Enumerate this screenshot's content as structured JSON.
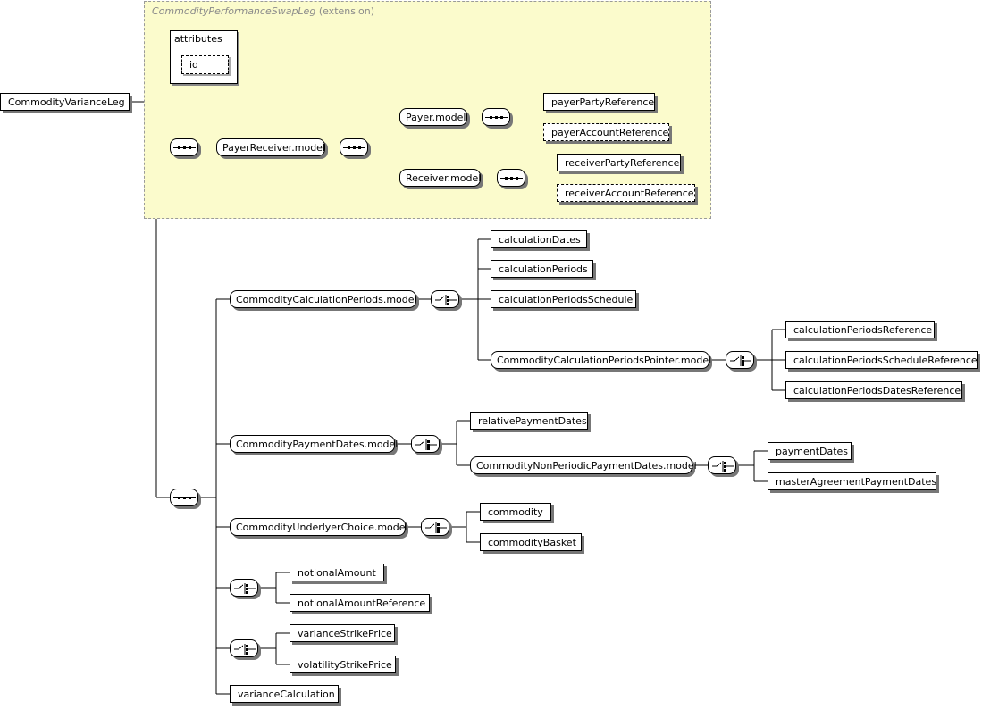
{
  "root": {
    "label": "CommodityVarianceLeg"
  },
  "extension": {
    "type_name": "CommodityPerformanceSwapLeg",
    "suffix": "(extension)"
  },
  "attributes": {
    "title": "attributes",
    "id": "id"
  },
  "payer_receiver": {
    "group": "PayerReceiver.model",
    "payer_model": "Payer.model",
    "payer_party": "payerPartyReference",
    "payer_account": "payerAccountReference",
    "receiver_model": "Receiver.model",
    "receiver_party": "receiverPartyReference",
    "receiver_account": "receiverAccountReference"
  },
  "calc_periods": {
    "group": "CommodityCalculationPeriods.model",
    "calculation_dates": "calculationDates",
    "calculation_periods": "calculationPeriods",
    "calculation_periods_schedule": "calculationPeriodsSchedule",
    "pointer_group": "CommodityCalculationPeriodsPointer.model",
    "periods_reference": "calculationPeriodsReference",
    "schedule_reference": "calculationPeriodsScheduleReference",
    "dates_reference": "calculationPeriodsDatesReference"
  },
  "payment_dates": {
    "group": "CommodityPaymentDates.model",
    "relative": "relativePaymentDates",
    "non_periodic_group": "CommodityNonPeriodicPaymentDates.model",
    "payment_dates": "paymentDates",
    "master_agreement": "masterAgreementPaymentDates"
  },
  "underlyer": {
    "group": "CommodityUnderlyerChoice.model",
    "commodity": "commodity",
    "commodity_basket": "commodityBasket"
  },
  "notional": {
    "amount": "notionalAmount",
    "reference": "notionalAmountReference"
  },
  "strike": {
    "variance": "varianceStrikePrice",
    "volatility": "volatilityStrikePrice"
  },
  "variance_calculation": "varianceCalculation"
}
